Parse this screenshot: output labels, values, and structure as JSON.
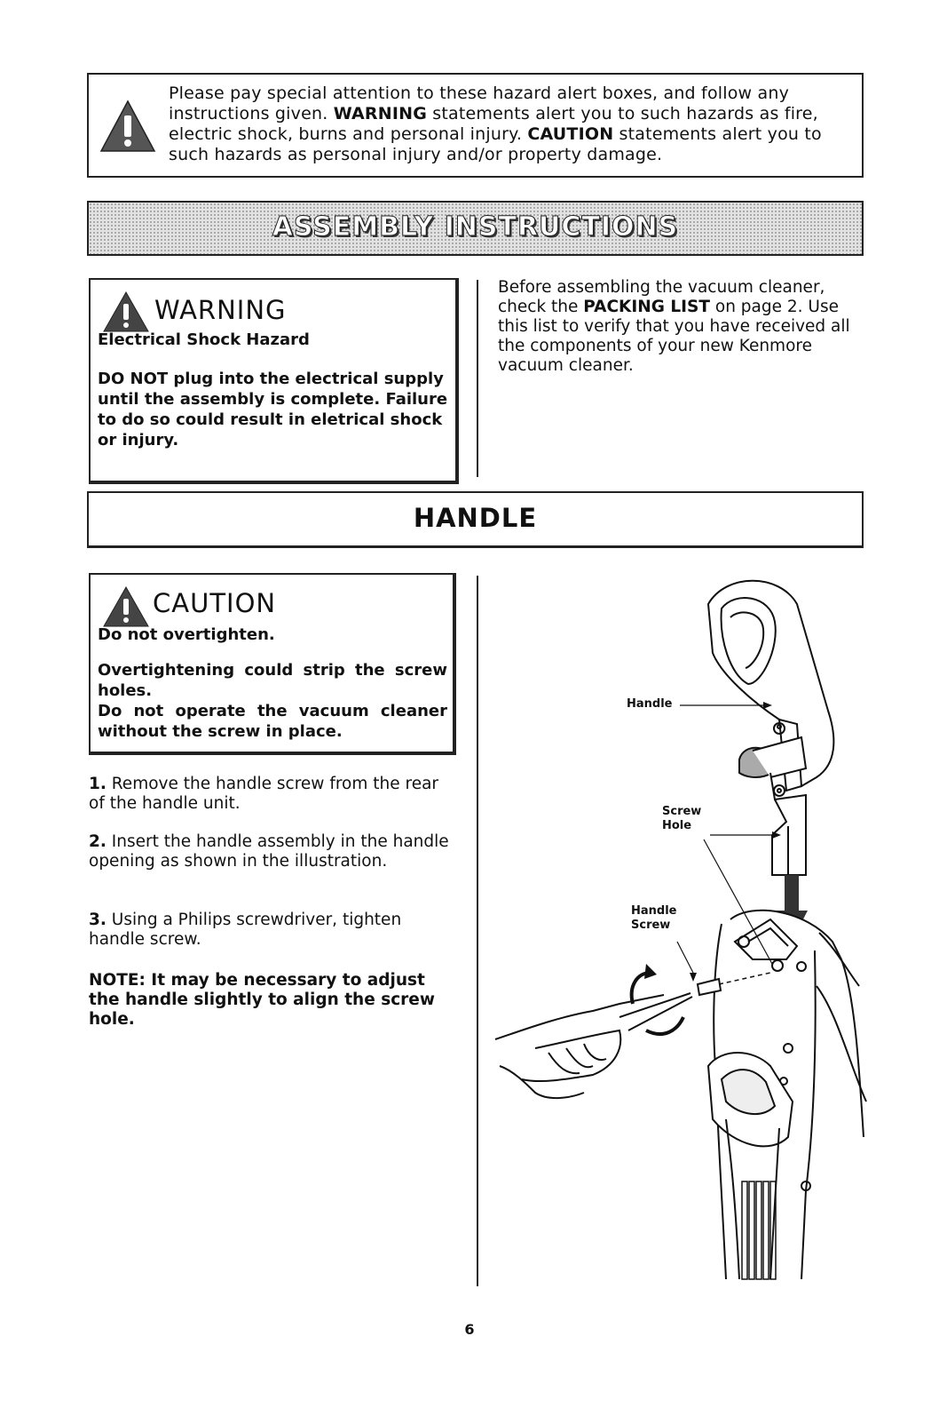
{
  "alert": {
    "line1": "Please pay special attention to these hazard alert boxes, and follow any",
    "line2_pre": "instructions given. ",
    "warning_word": "WARNING",
    "line2_post": " statements alert you to such hazards as fire,",
    "line3_pre": "electric shock, burns and personal injury. ",
    "caution_word": "CAUTION",
    "line3_post": " statements alert you to",
    "line4": "such hazards as personal injury and/or property damage."
  },
  "assembly": {
    "title": "ASSEMBLY INSTRUCTIONS"
  },
  "warning": {
    "heading": "WARNING",
    "subheading": "Electrical Shock Hazard",
    "body": "DO NOT plug into the electrical supply until the assembly is complete. Failure to do so could result in eletrical shock or injury."
  },
  "intro": {
    "pre": "Before assembling the vacuum cleaner, check the ",
    "packing_list": "PACKING LIST",
    "post": " on page 2. Use this list to verify that you have received all the components of your new Kenmore vacuum cleaner."
  },
  "handle": {
    "title": "HANDLE"
  },
  "caution": {
    "heading": "CAUTION",
    "subheading": "Do not overtighten.",
    "body1": "Overtightening could strip the screw holes.",
    "body2": "Do not operate the vacuum cleaner without the screw in place."
  },
  "steps": [
    {
      "num": "1.",
      "text": " Remove the handle screw from the rear of the handle unit."
    },
    {
      "num": "2.",
      "text": " Insert the handle assembly in the handle opening as shown in the illustration."
    },
    {
      "num": "3.",
      "text": " Using a Philips screwdriver, tighten handle screw."
    }
  ],
  "note": "NOTE: It may be necessary to adjust the handle slightly to align the screw hole.",
  "illustration": {
    "label_handle": "Handle",
    "label_screw": "Screw",
    "label_hole": "Hole",
    "label_handle2": "Handle",
    "label_screw2": "Screw"
  },
  "page_number": "6"
}
